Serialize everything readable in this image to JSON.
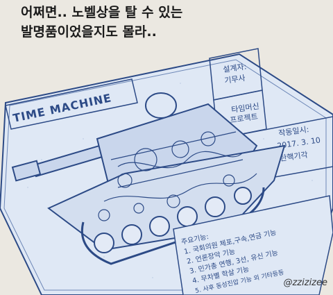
{
  "caption": {
    "line1": "어쩌면.. 노벨상을 탈 수 있는",
    "line2": "발명품이었을지도 몰라.."
  },
  "blueprint": {
    "title": "TIME MACHINE",
    "designer_label": "설계자:",
    "designer_name": "기무사",
    "project_line1": "타임머신",
    "project_line2": "프로젝트",
    "date_label": "작동일시:",
    "date_value": "2017. 3. 10",
    "date_note": "탄핵기각",
    "features_title": "주요기능:",
    "features": [
      "1. 국회의원 체포,구속,연금 기능",
      "2. 언론장악 기능",
      "3. 민가총 연행, 3선, 유신 기능",
      "4. 무차별 학살 기능",
      "5. 사후 동성진압 기능 외 기타등등"
    ]
  },
  "signature": "@zzizizee",
  "colors": {
    "paper": "#dfe8f5",
    "ink": "#2c4a86",
    "table": "#e9e6df"
  }
}
